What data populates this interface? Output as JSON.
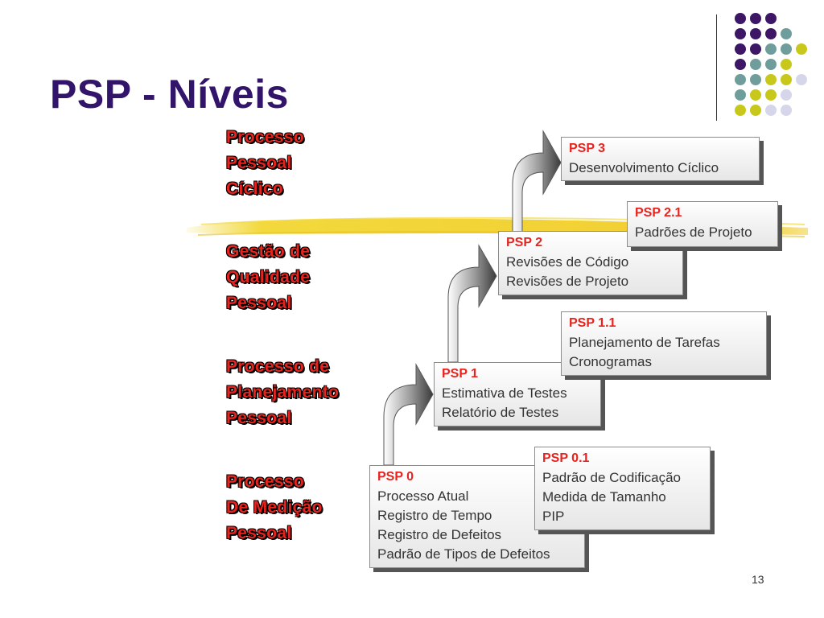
{
  "slide": {
    "title": "PSP - Níveis",
    "page_number": "13"
  },
  "levels": [
    {
      "lines": [
        "Processo",
        "Pessoal",
        "Cíclico"
      ]
    },
    {
      "lines": [
        "Gestão de",
        "Qualidade",
        "Pessoal"
      ]
    },
    {
      "lines": [
        "Processo de",
        "Planejamento",
        "Pessoal"
      ]
    },
    {
      "lines": [
        "Processo",
        "De Medição",
        "Pessoal"
      ]
    }
  ],
  "boxes": {
    "psp3": {
      "heading": "PSP 3",
      "items": [
        "Desenvolvimento Cíclico"
      ]
    },
    "psp21": {
      "heading": "PSP 2.1",
      "items": [
        "Padrões de Projeto"
      ]
    },
    "psp2": {
      "heading": "PSP 2",
      "items": [
        "Revisões de Código",
        "Revisões de Projeto"
      ]
    },
    "psp11": {
      "heading": "PSP 1.1",
      "items": [
        "Planejamento de Tarefas",
        "Cronogramas"
      ]
    },
    "psp1": {
      "heading": "PSP 1",
      "items": [
        "Estimativa de Testes",
        "Relatório de Testes"
      ]
    },
    "psp01": {
      "heading": "PSP 0.1",
      "items": [
        "Padrão de Codificação",
        "Medida de Tamanho",
        "PIP"
      ]
    },
    "psp0": {
      "heading": "PSP 0",
      "items": [
        "Processo Atual",
        "Registro de Tempo",
        "Registro de Defeitos",
        "Padrão de Tipos de Defeitos"
      ]
    }
  },
  "colors": {
    "title": "#33146b",
    "level_text": "#e8231e",
    "dot_purple": "#3d1766",
    "dot_teal": "#6f9d9b",
    "dot_yellow": "#c8c81a",
    "dot_lavender": "#d6d6ea",
    "highlight_stroke": "#f0d21a"
  }
}
